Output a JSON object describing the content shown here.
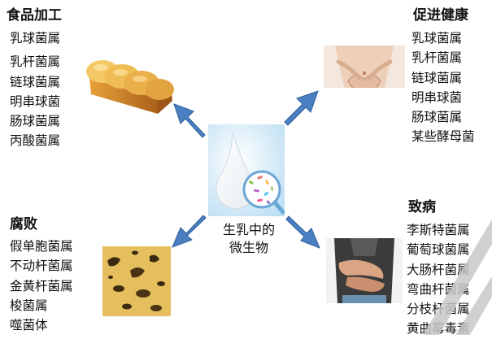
{
  "center": {
    "label_line1": "生乳中的",
    "label_line2": "微生物"
  },
  "food_processing": {
    "title": "食品加工",
    "items": [
      "乳球菌属",
      "乳杆菌属",
      "链球菌属",
      "明串球菌",
      "肠球菌属",
      "丙酸菌属"
    ]
  },
  "health": {
    "title": "促进健康",
    "items": [
      "乳球菌属",
      "乳杆菌属",
      "链球菌属",
      "明串球菌",
      "肠球菌属",
      "某些酵母菌"
    ]
  },
  "spoilage": {
    "title": "腐败",
    "items": [
      "假单胞菌属",
      "不动杆菌属",
      "金黄杆菌属",
      "梭菌属",
      "噬菌体"
    ]
  },
  "pathogenic": {
    "title": "致病",
    "items": [
      "李斯特菌属",
      "葡萄球菌属",
      "大肠杆菌属",
      "弯曲杆菌属",
      "分枝杆菌属",
      "黄曲霉毒素"
    ]
  },
  "colors": {
    "arrow": "#4a7fc1",
    "arrow_border": "#2e5f9c",
    "milk_bg": "#d9eef9"
  },
  "icons": {
    "center": "milk-drop-microbes-icon",
    "food": "bread-loaf-icon",
    "health": "belly-heart-hands-icon",
    "spoilage": "spoiled-cheese-icon",
    "pathogenic": "stomach-pain-icon"
  }
}
